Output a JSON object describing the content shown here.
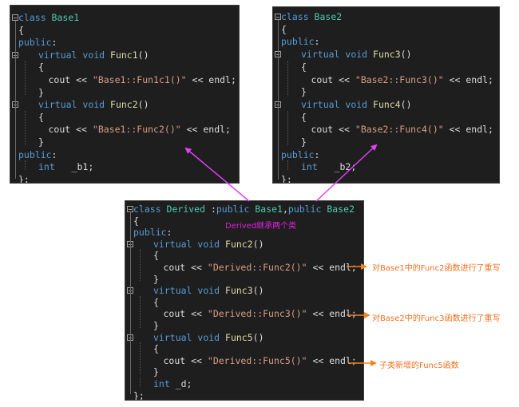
{
  "base1": {
    "lines": [
      [
        [
          "kw",
          "class "
        ],
        [
          "ty",
          "Base1"
        ]
      ],
      [
        [
          "pl",
          "{"
        ]
      ],
      [
        [
          "kw",
          "public"
        ],
        [
          "pl",
          ":"
        ]
      ],
      [
        [
          "kw",
          "virtual "
        ],
        [
          "kw",
          "void "
        ],
        [
          "fn",
          "Func1"
        ],
        [
          "pl",
          "()"
        ]
      ],
      [
        [
          "pl",
          "{"
        ]
      ],
      [
        [
          "pl",
          "cout << "
        ],
        [
          "st",
          "\"Base1::Fun1c1()\""
        ],
        [
          "pl",
          " << endl;"
        ]
      ],
      [
        [
          "pl",
          "}"
        ]
      ],
      [
        [
          "kw",
          "virtual "
        ],
        [
          "kw",
          "void "
        ],
        [
          "fn",
          "Func2"
        ],
        [
          "pl",
          "()"
        ]
      ],
      [
        [
          "pl",
          "{"
        ]
      ],
      [
        [
          "pl",
          "cout << "
        ],
        [
          "st",
          "\"Base1::Func2()\""
        ],
        [
          "pl",
          " << endl;"
        ]
      ],
      [
        [
          "pl",
          "}"
        ]
      ],
      [
        [
          "kw",
          "public"
        ],
        [
          "pl",
          ":"
        ]
      ],
      [
        [
          "kw",
          "int "
        ],
        [
          "pl",
          "  _b1;"
        ]
      ],
      [
        [
          "pl",
          "};"
        ]
      ]
    ]
  },
  "base2": {
    "lines": [
      [
        [
          "kw",
          "class "
        ],
        [
          "ty",
          "Base2"
        ]
      ],
      [
        [
          "pl",
          "{"
        ]
      ],
      [
        [
          "kw",
          "public"
        ],
        [
          "pl",
          ":"
        ]
      ],
      [
        [
          "kw",
          "virtual "
        ],
        [
          "kw",
          "void "
        ],
        [
          "fn",
          "Func3"
        ],
        [
          "pl",
          "()"
        ]
      ],
      [
        [
          "pl",
          "{"
        ]
      ],
      [
        [
          "pl",
          "cout << "
        ],
        [
          "st",
          "\"Base2::Func3()\""
        ],
        [
          "pl",
          " << endl;"
        ]
      ],
      [
        [
          "pl",
          "}"
        ]
      ],
      [
        [
          "kw",
          "virtual "
        ],
        [
          "kw",
          "void "
        ],
        [
          "fn",
          "Func4"
        ],
        [
          "pl",
          "()"
        ]
      ],
      [
        [
          "pl",
          "{"
        ]
      ],
      [
        [
          "pl",
          "cout << "
        ],
        [
          "st",
          "\"Base2::Func4()\""
        ],
        [
          "pl",
          " << endl;"
        ]
      ],
      [
        [
          "pl",
          "}"
        ]
      ],
      [
        [
          "kw",
          "public"
        ],
        [
          "pl",
          ":"
        ]
      ],
      [
        [
          "kw",
          "int "
        ],
        [
          "pl",
          "  _b2;"
        ]
      ],
      [
        [
          "pl",
          "};"
        ]
      ]
    ]
  },
  "derived": {
    "lines": [
      [
        [
          "kw",
          "class "
        ],
        [
          "ty",
          "Derived "
        ],
        [
          "pl",
          ":"
        ],
        [
          "kw",
          "public "
        ],
        [
          "ty",
          "Base1"
        ],
        [
          "pl",
          ","
        ],
        [
          "kw",
          "public "
        ],
        [
          "ty",
          "Base2"
        ]
      ],
      [
        [
          "pl",
          "{"
        ]
      ],
      [
        [
          "kw",
          "public"
        ],
        [
          "pl",
          ":"
        ]
      ],
      [
        [
          "kw",
          "virtual "
        ],
        [
          "kw",
          "void "
        ],
        [
          "fn",
          "Func2"
        ],
        [
          "pl",
          "()"
        ]
      ],
      [
        [
          "pl",
          "{"
        ]
      ],
      [
        [
          "pl",
          "cout << "
        ],
        [
          "st",
          "\"Derived::Func2()\""
        ],
        [
          "pl",
          " << endl;"
        ]
      ],
      [
        [
          "pl",
          "}"
        ]
      ],
      [
        [
          "kw",
          "virtual "
        ],
        [
          "kw",
          "void "
        ],
        [
          "fn",
          "Func3"
        ],
        [
          "pl",
          "()"
        ]
      ],
      [
        [
          "pl",
          "{"
        ]
      ],
      [
        [
          "pl",
          "cout << "
        ],
        [
          "st",
          "\"Derived::Func3()\""
        ],
        [
          "pl",
          " << endl;"
        ]
      ],
      [
        [
          "pl",
          "}"
        ]
      ],
      [
        [
          "kw",
          "virtual "
        ],
        [
          "kw",
          "void "
        ],
        [
          "fn",
          "Func5"
        ],
        [
          "pl",
          "()"
        ]
      ],
      [
        [
          "pl",
          "{"
        ]
      ],
      [
        [
          "pl",
          "cout << "
        ],
        [
          "st",
          "\"Derived::Func5()\""
        ],
        [
          "pl",
          " << endl;"
        ]
      ],
      [
        [
          "pl",
          "}"
        ]
      ],
      [
        [
          "kw",
          "int "
        ],
        [
          "pl",
          "_d;"
        ]
      ],
      [
        [
          "pl",
          "};"
        ]
      ]
    ]
  },
  "annotations": {
    "inherit_note": "Derived继承两个类",
    "override_base1": "对Base1中的Func2函数进行了重写",
    "override_base2": "对Base2中的Func3函数进行了重写",
    "new_func5": "子类新增的Func5函数"
  },
  "colors": {
    "inherit_arrow": "#e040fb",
    "annotation_arrow": "#f5821f",
    "inherit_note_text": "#e020e0",
    "annotation_text": "#f07020"
  }
}
